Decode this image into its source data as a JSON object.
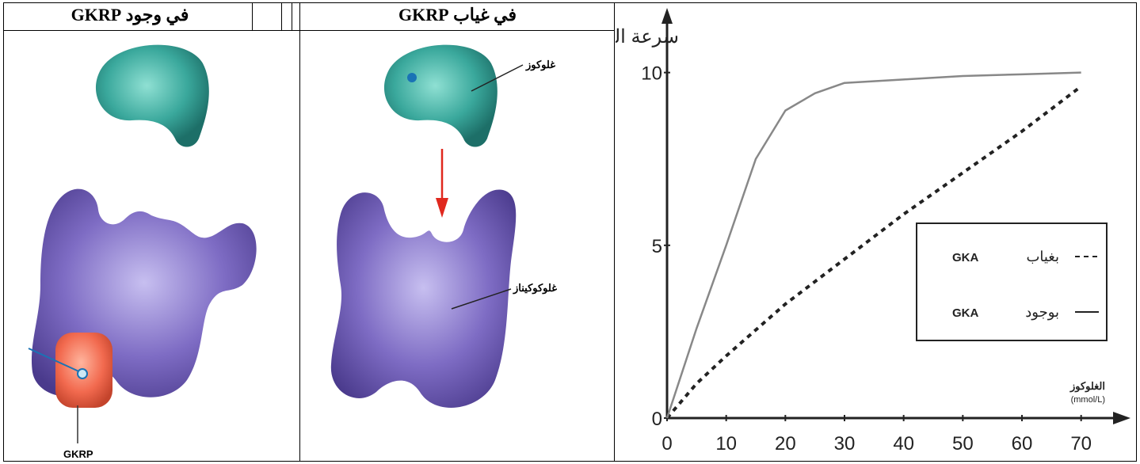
{
  "panels": {
    "with_gkrp": {
      "header": "في وجود GKRP",
      "gkrp_label": "GKRP"
    },
    "without_gkrp": {
      "header": "في غياب GKRP",
      "glucose_label": "غلوكوز",
      "glucokinase_label": "غلوكوكيناز"
    }
  },
  "graph": {
    "ylabel": "سرعة النشاط الأنزيمي(و.ت)",
    "xlabel": "الغلوكوز",
    "xunit": "(mmol/L)",
    "legend": [
      {
        "text": "بغياب",
        "enzyme": "GKA",
        "style": "dashed"
      },
      {
        "text": "بوجود",
        "enzyme": "GKA",
        "style": "solid"
      }
    ]
  },
  "colors": {
    "enzyme": "#7e6cc4",
    "glucose": "#3aa89c",
    "gkrp": "#f26a4f",
    "arrow": "#e0281e"
  },
  "chart_data": {
    "type": "line",
    "x_ticks": [
      0,
      10,
      20,
      30,
      40,
      50,
      60,
      70
    ],
    "y_ticks": [
      0,
      5,
      10
    ],
    "xlim": [
      0,
      75
    ],
    "ylim": [
      0,
      11
    ],
    "series": [
      {
        "name": "بغياب GKA",
        "style": "dashed",
        "x": [
          0,
          5,
          10,
          20,
          30,
          40,
          50,
          60,
          70
        ],
        "y": [
          0,
          1.0,
          1.8,
          3.3,
          4.6,
          5.9,
          7.1,
          8.3,
          9.6
        ]
      },
      {
        "name": "بوجود GKA",
        "style": "solid",
        "x": [
          0,
          5,
          10,
          15,
          20,
          25,
          30,
          40,
          50,
          60,
          70
        ],
        "y": [
          0,
          2.6,
          5.0,
          7.5,
          8.9,
          9.4,
          9.7,
          9.8,
          9.9,
          9.95,
          10
        ]
      }
    ]
  }
}
